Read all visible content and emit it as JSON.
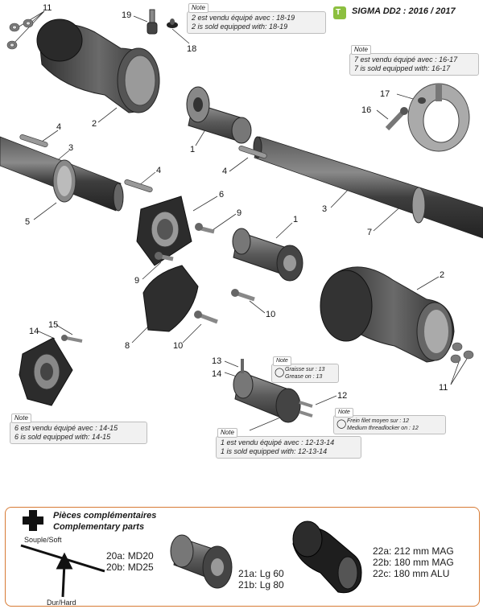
{
  "header": {
    "title": "SIGMA DD2 : 2016 / 2017",
    "badge_glyph": "T"
  },
  "callouts": {
    "c11a": "11",
    "c19": "19",
    "c18": "18",
    "c2a": "2",
    "c17": "17",
    "c16": "16",
    "c4a": "4",
    "c3a": "3",
    "c1a": "1",
    "c4b": "4",
    "c4c": "4",
    "c3b": "3",
    "c6": "6",
    "c9a": "9",
    "c5": "5",
    "c1b": "1",
    "c7": "7",
    "c9b": "9",
    "c2b": "2",
    "c10a": "10",
    "c15": "15",
    "c14a": "14",
    "c8": "8",
    "c10b": "10",
    "c13": "13",
    "c14b": "14",
    "c12": "12",
    "c11b": "11"
  },
  "notes": {
    "n18": {
      "title": "Note",
      "fr": "2 est vendu équipé avec : 18-19",
      "en": "2 is sold equipped with: 18-19"
    },
    "n16": {
      "title": "Note",
      "fr": "7 est vendu équipé avec : 16-17",
      "en": "7 is sold equipped with: 16-17"
    },
    "n14": {
      "title": "Note",
      "fr": "6 est vendu équipé avec : 14-15",
      "en": "6 is sold equipped with: 14-15"
    },
    "n12": {
      "title": "Note",
      "fr": "1 est vendu équipé avec : 12-13-14",
      "en": "1 is sold equipped with: 12-13-14"
    },
    "grease": {
      "title": "Note",
      "fr": "Graisse sur : 13",
      "en": "Grease on : 13"
    },
    "thread": {
      "title": "Note",
      "fr": "Frein filet moyen sur : 12",
      "en": "Medium threadlocker on : 12"
    }
  },
  "complementary": {
    "title_fr": "Pièces complémentaires",
    "title_en": "Complementary parts",
    "soft": "Souple/Soft",
    "hard": "Dur/Hard",
    "v20a": "20a: MD20",
    "v20b": "20b: MD25",
    "v21a": "21a: Lg 60",
    "v21b": "21b: Lg 80",
    "v22a": "22a: 212 mm MAG",
    "v22b": "22b: 180 mm MAG",
    "v22c": "22c: 180 mm ALU"
  },
  "colors": {
    "accent_orange": "#d77b35",
    "badge_green": "#8cbf3f",
    "part_dark": "#3a3a3a",
    "part_mid": "#6e6e6e",
    "part_light": "#a8a8a8",
    "note_bg": "#f1f1f1"
  }
}
